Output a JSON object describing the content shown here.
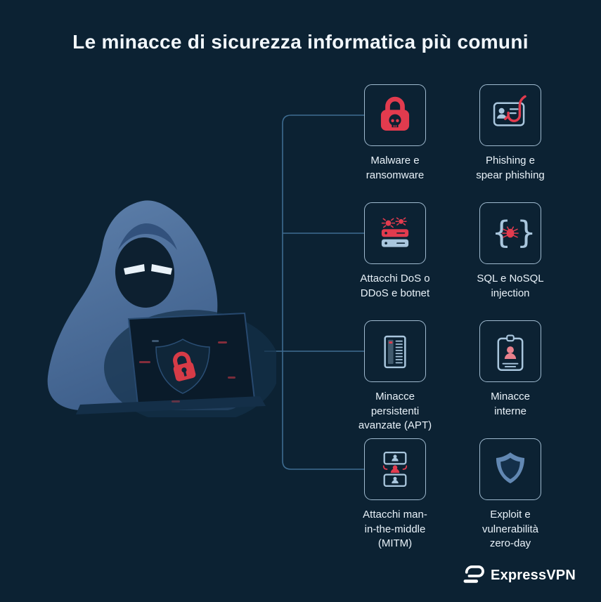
{
  "page": {
    "title": "Le minacce di sicurezza informatica più comuni"
  },
  "threats": [
    {
      "label": "Malware e ransomware",
      "icon": "malware-ransomware-icon"
    },
    {
      "label": "Phishing e spear phishing",
      "icon": "phishing-hook-icon"
    },
    {
      "label": "Attacchi DoS o DDoS e botnet",
      "icon": "dos-ddos-botnet-icon"
    },
    {
      "label": "SQL e NoSQL injection",
      "icon": "sql-injection-bug-icon"
    },
    {
      "label": "Minacce persistenti avanzate (APT)",
      "icon": "apt-server-rack-icon"
    },
    {
      "label": "Minacce interne",
      "icon": "insider-badge-icon"
    },
    {
      "label": "Attacchi man-in-the-middle (MITM)",
      "icon": "mitm-icon"
    },
    {
      "label": "Exploit e vulnerabilità zero-day",
      "icon": "zero-day-shield-icon"
    }
  ],
  "illustration": {
    "name": "hooded-hacker-with-laptop",
    "emblem": "red-padlock-on-shield"
  },
  "brand": {
    "name": "ExpressVPN",
    "logo_icon": "expressvpn-logo-icon"
  },
  "colors": {
    "background": "#0C2233",
    "accent_red": "#E23B4E",
    "icon_blue": "#A9C6DD",
    "card_border": "#9FBACF",
    "text": "#E9F2F9",
    "connector": "#3E6C91"
  }
}
